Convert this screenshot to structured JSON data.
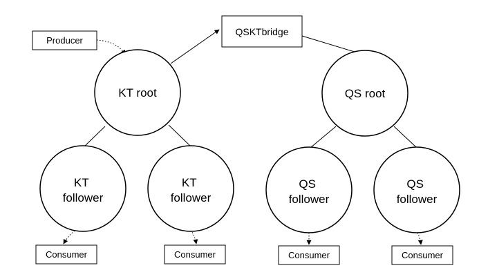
{
  "diagram": {
    "nodes": {
      "producer": "Producer",
      "bridge": "QSKTbridge",
      "kt_root": "KT root",
      "qs_root": "QS root",
      "kt_follower_1": [
        "KT",
        "follower"
      ],
      "kt_follower_2": [
        "KT",
        "follower"
      ],
      "qs_follower_1": [
        "QS",
        "follower"
      ],
      "qs_follower_2": [
        "QS",
        "follower"
      ],
      "consumer_1": "Consumer",
      "consumer_2": "Consumer",
      "consumer_3": "Consumer",
      "consumer_4": "Consumer"
    }
  }
}
